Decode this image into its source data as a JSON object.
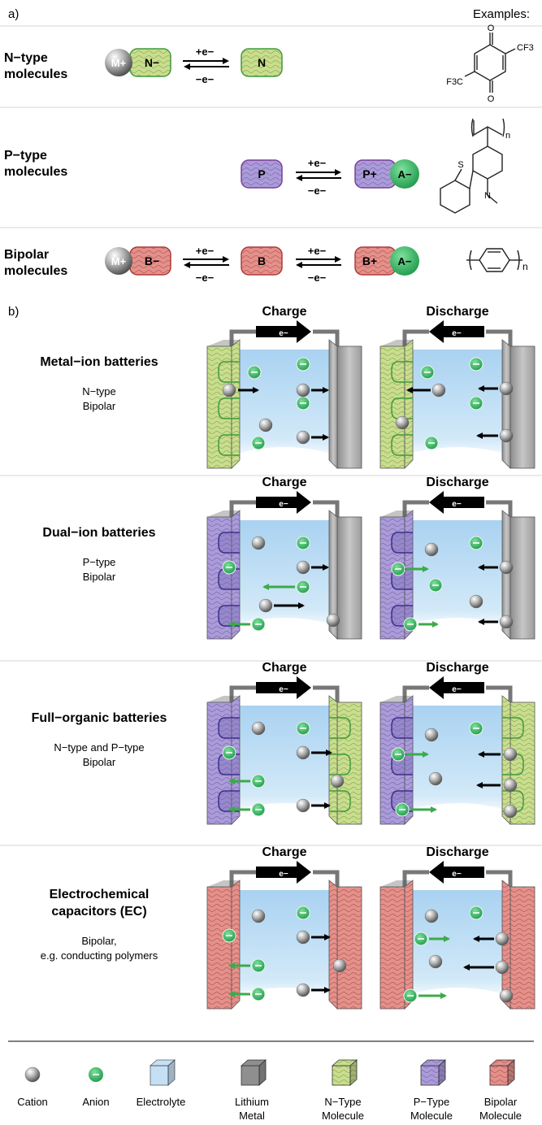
{
  "part_a": {
    "label": "a)",
    "examples_header": "Examples:",
    "n_type": {
      "title_line1": "N−type",
      "title_line2": "molecules",
      "reduced": {
        "counter": "M+",
        "core": "N−"
      },
      "oxidized": {
        "core": "N"
      },
      "arrow_top": "+e−",
      "arrow_bottom": "−e−",
      "example": {
        "sub1": "CF3",
        "sub2": "F3C",
        "o_top": "O",
        "o_bottom": "O"
      }
    },
    "p_type": {
      "title_line1": "P−type",
      "title_line2": "molecules",
      "neutral": {
        "core": "P"
      },
      "oxidized": {
        "core": "P+",
        "counter": "A−"
      },
      "arrow_top": "+e−",
      "arrow_bottom": "−e−",
      "example": {
        "s": "S",
        "n": "N",
        "repeat": "n"
      }
    },
    "bipolar": {
      "title_line1": "Bipolar",
      "title_line2": "molecules",
      "reduced": {
        "counter": "M+",
        "core": "B−"
      },
      "neutral": {
        "core": "B"
      },
      "oxidized": {
        "core": "B+",
        "counter": "A−"
      },
      "arrow1_top": "+e−",
      "arrow1_bottom": "−e−",
      "arrow2_top": "+e−",
      "arrow2_bottom": "−e−",
      "example": {
        "repeat": "n"
      }
    }
  },
  "part_b": {
    "label": "b)",
    "charge_label": "Charge",
    "discharge_label": "Discharge",
    "electron_label": "e−",
    "rows": [
      {
        "title_lines": [
          "Metal−ion batteries"
        ],
        "sub_lines": [
          "N−type",
          "Bipolar"
        ]
      },
      {
        "title_lines": [
          "Dual−ion batteries"
        ],
        "sub_lines": [
          "P−type",
          "Bipolar"
        ]
      },
      {
        "title_lines": [
          "Full−organic batteries"
        ],
        "sub_lines": [
          "N−type and P−type",
          "Bipolar"
        ]
      },
      {
        "title_lines": [
          "Electrochemical",
          "capacitors (EC)"
        ],
        "sub_lines": [
          "Bipolar,",
          "e.g. conducting polymers"
        ]
      }
    ]
  },
  "legend": {
    "items": [
      {
        "line1": "Cation",
        "line2": "",
        "icon": "cation-icon"
      },
      {
        "line1": "Anion",
        "line2": "",
        "icon": "anion-icon"
      },
      {
        "line1": "Electrolyte",
        "line2": "",
        "icon": "electrolyte-icon"
      },
      {
        "line1": "Lithium",
        "line2": "Metal",
        "icon": "lithium-metal-icon"
      },
      {
        "line1": "N−Type",
        "line2": "Molecule",
        "icon": "n-type-cube-icon"
      },
      {
        "line1": "P−Type",
        "line2": "Molecule",
        "icon": "p-type-cube-icon"
      },
      {
        "line1": "Bipolar",
        "line2": "Molecule",
        "icon": "bipolar-cube-icon"
      }
    ]
  },
  "colors": {
    "n_fill": "#c9dd8f",
    "n_stroke": "#3f9a3f",
    "p_fill": "#a99ad6",
    "p_stroke": "#7a3f9a",
    "b_fill": "#e28a86",
    "b_stroke": "#b03a3a",
    "anion": "#3cbd6a",
    "metal": "#9b9b9b",
    "electrolyte": "#bcdcf3",
    "green_arrow": "#3caa4a",
    "divider": "#d6d6d6"
  }
}
